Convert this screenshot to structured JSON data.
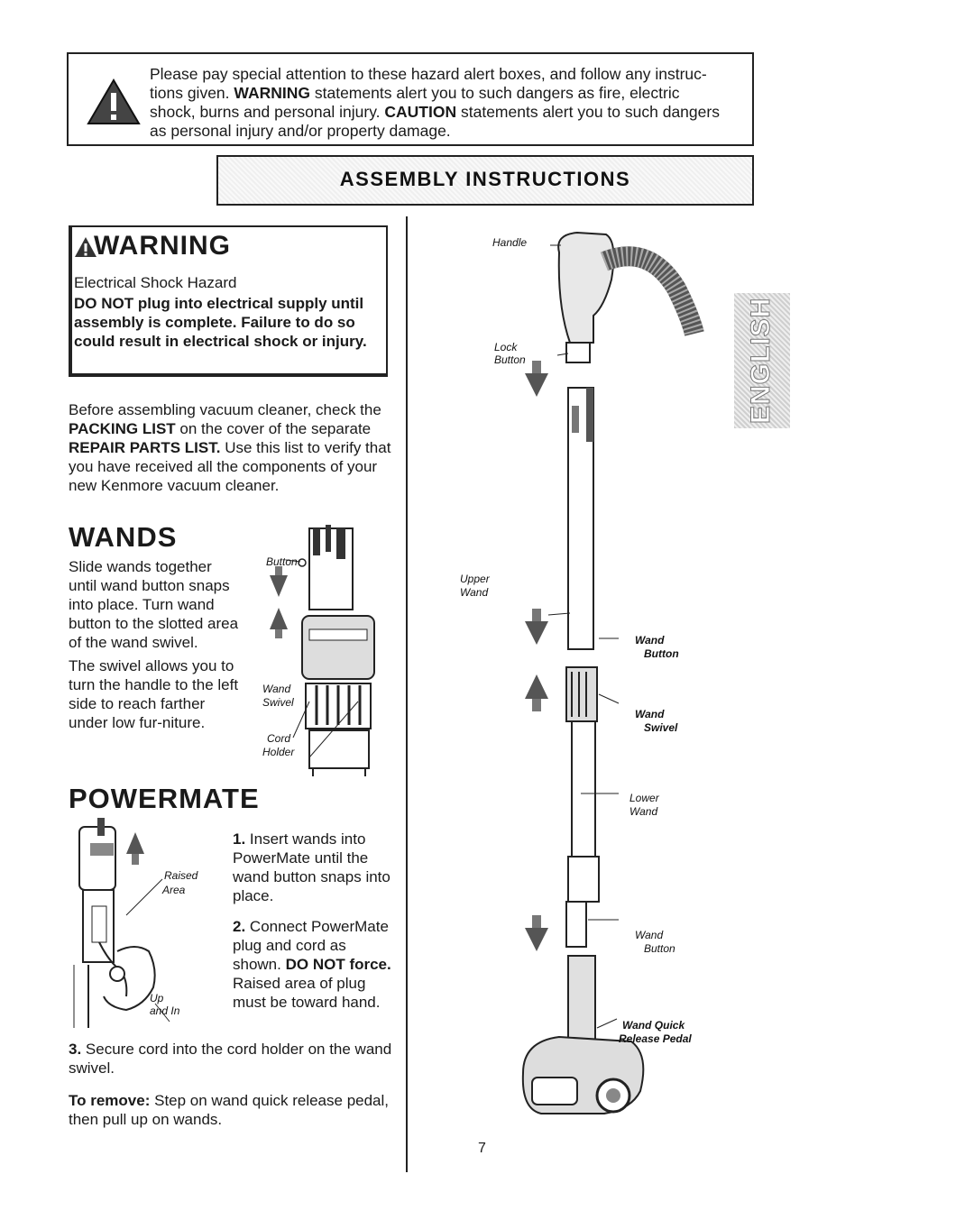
{
  "hazard": {
    "line1": "Please pay special attention to these hazard alert boxes, and follow any instruc-",
    "line2a": "tions given.",
    "line2b": "WARNING",
    "line2c": "statements alert you to such dangers as fire, electric",
    "line3a": "shock, burns and personal injury.",
    "line3b": "CAUTION",
    "line3c": "statements alert you to such dangers",
    "line4": "as personal injury and/or property damage."
  },
  "banner": {
    "title": "ASSEMBLY INSTRUCTIONS"
  },
  "warning": {
    "title": "WARNING",
    "subtitle": "Electrical Shock Hazard",
    "body": "DO NOT plug into electrical supply until assembly is complete. Failure to do so could result in electrical shock or injury."
  },
  "intro": {
    "a": "Before assembling vacuum cleaner, check the",
    "b": "PACKING LIST",
    "c": "on the cover of the separate",
    "d": "REPAIR PARTS LIST.",
    "e": "Use this list to verify that you have received all the components of your new Kenmore vacuum cleaner."
  },
  "wands": {
    "heading": "WANDS",
    "p1": "Slide wands together until wand button snaps into place. Turn wand button to the slotted area of the wand swivel.",
    "p2": "The swivel allows you to turn the handle to the left side to reach farther under low fur-niture."
  },
  "powermate": {
    "heading": "POWERMATE",
    "step1_num": "1.",
    "step1": "Insert wands into PowerMate until the wand button snaps into place.",
    "step2_num": "2.",
    "step2a": "Connect PowerMate plug and cord as shown.",
    "step2b": "DO NOT force.",
    "step2c": "Raised area of plug must be toward hand.",
    "step3_num": "3.",
    "step3": "Secure cord into the cord holder on the wand swivel.",
    "remove_label": "To remove:",
    "remove": "Step on wand quick release pedal, then pull up on wands."
  },
  "labels": {
    "button": "Button",
    "wand_swivel_1": "Wand",
    "wand_swivel_2": "Swivel",
    "cord_holder_1": "Cord",
    "cord_holder_2": "Holder",
    "raised": "Raised",
    "area": "Area",
    "up": "Up",
    "and_in": "and In",
    "handle": "Handle",
    "lock": "Lock",
    "lock_button": "Button",
    "upper": "Upper",
    "upper_wand": "Wand",
    "wand_button_1": "Wand",
    "wand_button_2": "Button",
    "wand_swivel_r1": "Wand",
    "wand_swivel_r2": "Swivel",
    "lower": "Lower",
    "lower_wand": "Wand",
    "wand_button_b1": "Wand",
    "wand_button_b2": "Button",
    "quick_1": "Wand Quick",
    "quick_2": "Release Pedal"
  },
  "side_tab": "ENGLISH",
  "page_number": "7"
}
